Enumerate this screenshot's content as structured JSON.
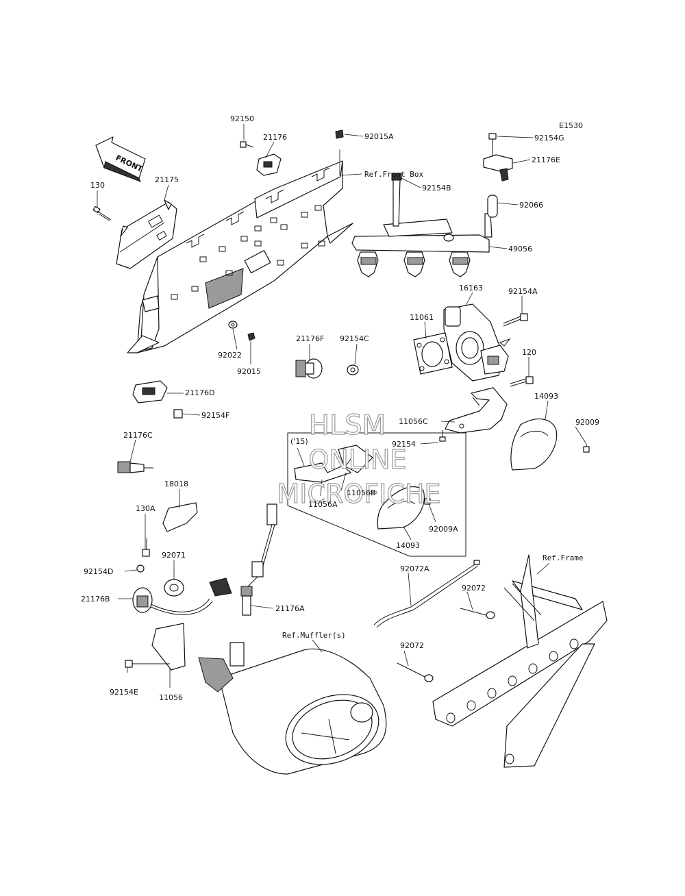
{
  "diagram_code": "E1530",
  "front_arrow_label": "FRONT",
  "watermark": {
    "line1": "HLSM",
    "line2": "ONLINE",
    "line3": "MICROFICHE"
  },
  "refs": {
    "front_box": "Ref.Front Box",
    "mufflers": "Ref.Muffler(s)",
    "frame": "Ref.Frame"
  },
  "variant_label": "('15)",
  "parts": {
    "p92150": "92150",
    "p21176": "21176",
    "p92015A": "92015A",
    "p92154G": "92154G",
    "p21176E": "21176E",
    "p130": "130",
    "p21175": "21175",
    "p92154B": "92154B",
    "p92066": "92066",
    "p49056": "49056",
    "p16163": "16163",
    "p92154A": "92154A",
    "p11061": "11061",
    "p120": "120",
    "p14093a": "14093",
    "p92009a": "92009",
    "p11056C": "11056C",
    "p92154": "92154",
    "p92022": "92022",
    "p92015": "92015",
    "p21176F": "21176F",
    "p92154C": "92154C",
    "p21176D": "21176D",
    "p92154F": "92154F",
    "p21176C": "21176C",
    "p18018": "18018",
    "p130A": "130A",
    "p11056B": "11056B",
    "p11056A": "11056A",
    "p92009A": "92009A",
    "p14093b": "14093",
    "p92071": "92071",
    "p92154D": "92154D",
    "p21176B": "21176B",
    "p21176A": "21176A",
    "p92154E": "92154E",
    "p11056": "11056",
    "p92072A": "92072A",
    "p92072a": "92072",
    "p92072b": "92072"
  },
  "colors": {
    "line": "#111111",
    "watermark_outline": "#9a9a9a",
    "background": "#ffffff"
  }
}
